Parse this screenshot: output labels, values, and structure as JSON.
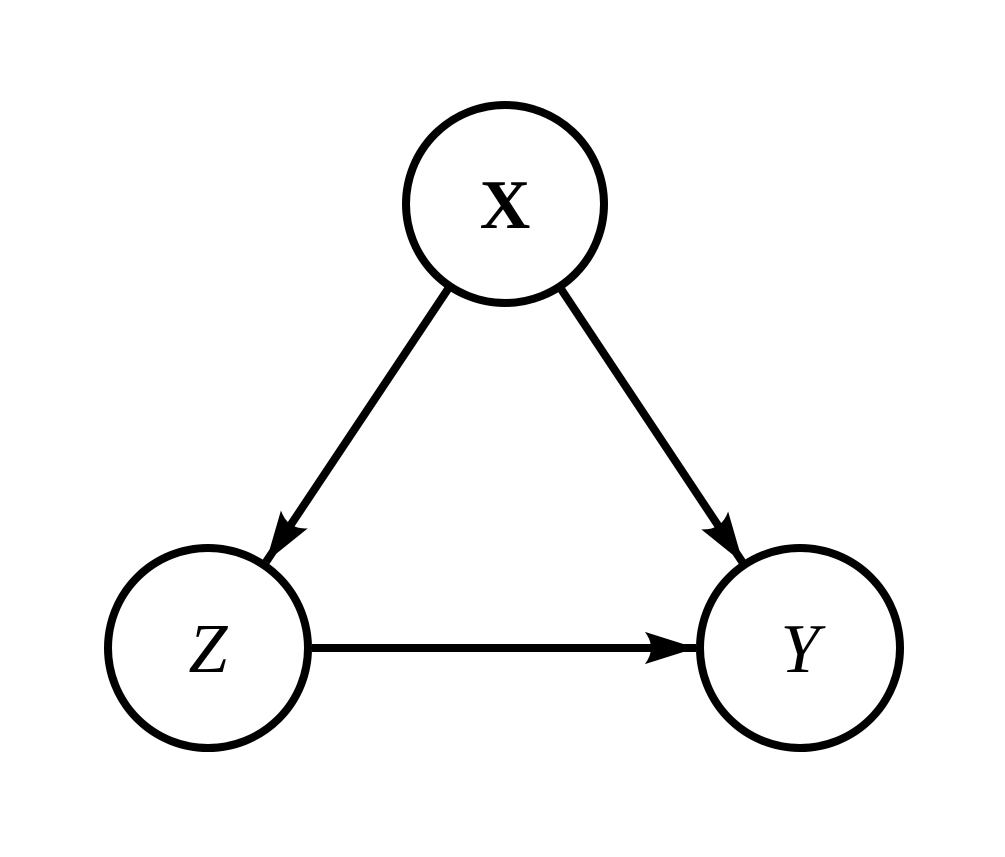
{
  "diagram": {
    "title": "causal-dag-collider-mediator",
    "type": "directed-graph",
    "background_color": "#ffffff",
    "stroke_color": "#000000",
    "nodes": [
      {
        "id": "X",
        "label": "X",
        "shape": "circle",
        "text_style": "bold-serif",
        "position": "top-center"
      },
      {
        "id": "Z",
        "label": "Z",
        "shape": "circle",
        "text_style": "italic-serif",
        "position": "bottom-left"
      },
      {
        "id": "Y",
        "label": "Y",
        "shape": "circle",
        "text_style": "italic-serif",
        "position": "bottom-right"
      }
    ],
    "edges": [
      {
        "from": "X",
        "to": "Z",
        "directed": true,
        "arrowhead": "filled-stealth"
      },
      {
        "from": "X",
        "to": "Y",
        "directed": true,
        "arrowhead": "filled-stealth"
      },
      {
        "from": "Z",
        "to": "Y",
        "directed": true,
        "arrowhead": "filled-stealth"
      }
    ]
  }
}
